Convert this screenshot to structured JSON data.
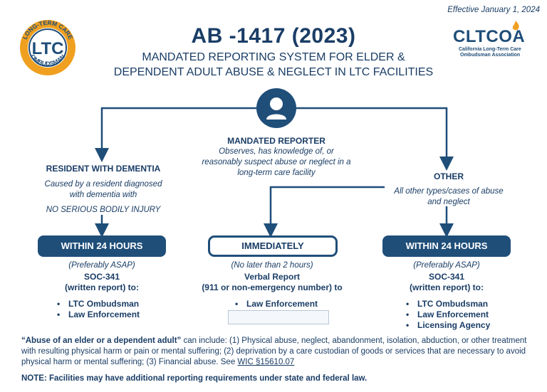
{
  "header": {
    "effective": "Effective January 1, 2024",
    "title": "AB -1417 (2023)",
    "subtitle_line1": "MANDATED REPORTING SYSTEM FOR ELDER &",
    "subtitle_line2": "DEPENDENT ADULT ABUSE & NEGLECT IN LTC FACILITIES"
  },
  "logos": {
    "ltc": {
      "ring_top": "LONG-TERM CARE",
      "ring_bottom": "OMBUDSMAN",
      "center": "LTC"
    },
    "cltcoa": {
      "name": "CLTCOA",
      "line1": "California Long-Term Care",
      "line2": "Ombudsman Association"
    }
  },
  "reporter": {
    "heading": "MANDATED REPORTER",
    "line1": "Observes, has knowledge of, or",
    "line2": "reasonably suspect abuse or neglect in a",
    "line3": "long-term care facility"
  },
  "left": {
    "heading": "RESIDENT WITH DEMENTIA",
    "desc1": "Caused by a resident diagnosed",
    "desc2": "with dementia with",
    "desc3": "NO SERIOUS BODILY INJURY",
    "pill": "WITHIN 24 HOURS",
    "timing": "(Preferably ASAP)",
    "report1": "SOC-341",
    "report2": "(written report) to:",
    "recipients": [
      "LTC Ombudsman",
      "Law Enforcement"
    ]
  },
  "center": {
    "pill": "IMMEDIATELY",
    "timing": "(No later than 2 hours)",
    "report1": "Verbal Report",
    "report2": "(911 or non-emergency number) to",
    "recipients": [
      "Law Enforcement"
    ]
  },
  "right": {
    "heading": "OTHER",
    "desc1": "All other types/cases of abuse",
    "desc2": "and neglect",
    "pill": "WITHIN 24 HOURS",
    "timing": "(Preferably ASAP)",
    "report1": "SOC-341",
    "report2": "(written report) to:",
    "recipients": [
      "LTC Ombudsman",
      "Law Enforcement",
      "Licensing Agency"
    ]
  },
  "footer": {
    "bold_lead": "“Abuse of an elder or a dependent adult”",
    "text": " can include: (1) Physical abuse, neglect, abandonment, isolation, abduction, or other treatment with resulting physical harm or pain or mental suffering; (2) deprivation by a care custodian of goods or services that are necessary to avoid physical harm or mental suffering; (3) Financial abuse. See ",
    "link": "WIC §15610.07",
    "note": "NOTE: Facilities may have additional reporting requirements under state and federal law."
  },
  "colors": {
    "navy": "#1a3d66",
    "pill_fill": "#1f4e79",
    "logo_orange": "#f0a020"
  }
}
